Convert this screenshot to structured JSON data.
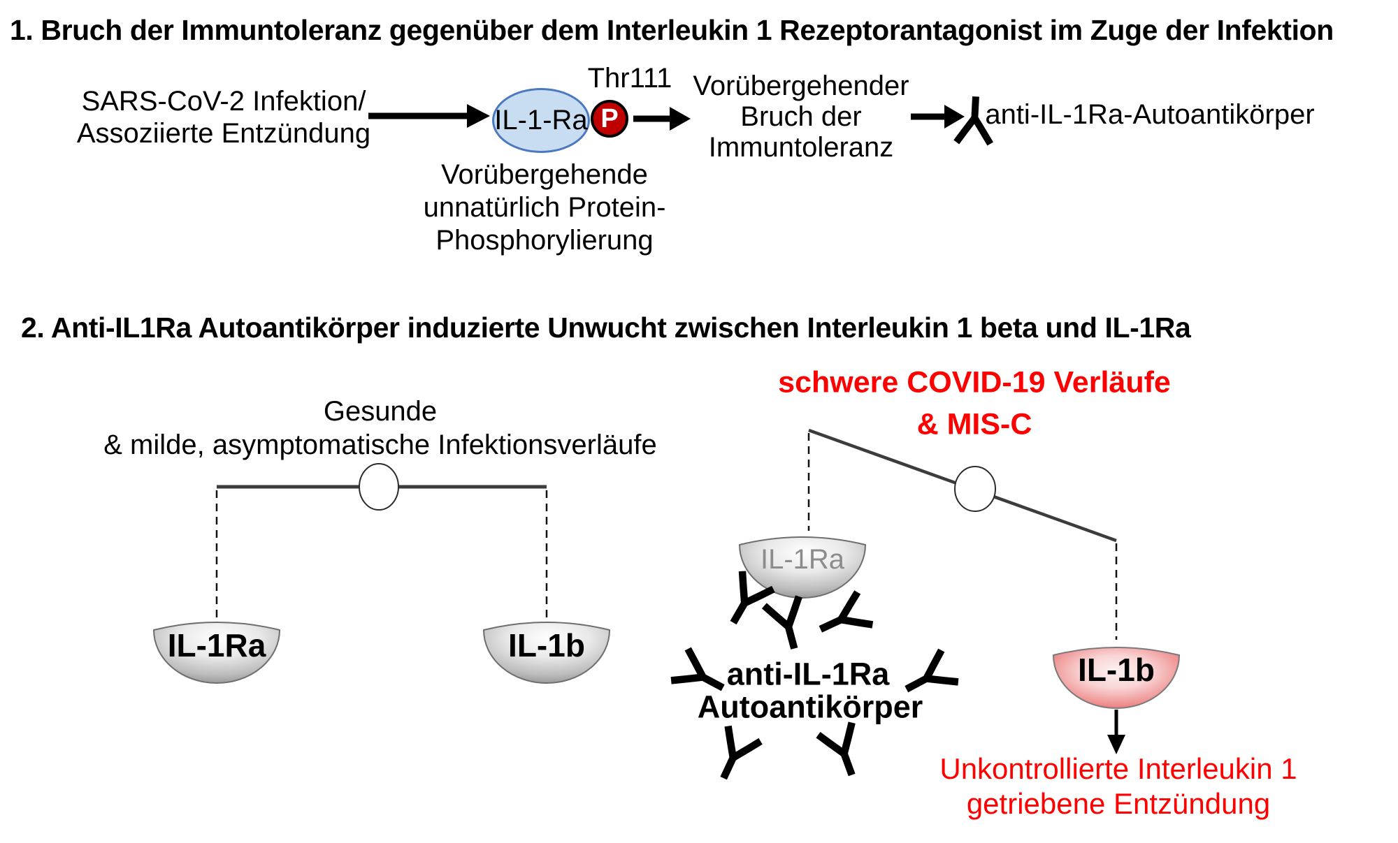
{
  "colors": {
    "red_text": "#fe0000",
    "phospho_red": "#c00000",
    "protein_blue_fill": "#c8dcf2",
    "protein_blue_stroke": "#4b79c0",
    "pan_gray_edge": "#8d8d8d",
    "pan_red_edge": "#e03535",
    "gray_pan_label": "#8c8c8c",
    "beam_gray": "#3c3c3c"
  },
  "icons": {
    "antibody": "y-antibody-glyph",
    "fulcrum": "white-ellipse-pivot",
    "arrow": "solid-black-arrow"
  },
  "section1": {
    "title": "1. Bruch der Immuntoleranz gegenüber dem Interleukin 1 Rezeptorantagonist im Zuge der Infektion",
    "trigger": {
      "line1": "SARS-CoV-2 Infektion/",
      "line2": "Assoziierte Entzündung"
    },
    "protein": {
      "label": "IL-1-Ra",
      "phospho_badge": "P",
      "phospho_site": "Thr111"
    },
    "phospho_note": {
      "line1": "Vorübergehende",
      "line2": "unnatürlich Protein-",
      "line3": "Phosphorylierung"
    },
    "tolerance": {
      "line1": "Vorübergehender",
      "line2": "Bruch der",
      "line3": "Immuntoleranz"
    },
    "result": "anti-IL-1Ra-Autoantikörper"
  },
  "section2": {
    "title": "2. Anti-IL1Ra Autoantikörper induzierte Unwucht zwischen Interleukin 1 beta und IL-1Ra",
    "balanced": {
      "caption_line1": "Gesunde",
      "caption_line2": "& milde, asymptomatische Infektionsverläufe",
      "left_pan_label": "IL-1Ra",
      "right_pan_label": "IL-1b"
    },
    "imbalanced": {
      "caption_line1": "schwere COVID-19 Verläufe",
      "caption_line2": "& MIS-C",
      "raised_pan_label": "IL-1Ra",
      "lowered_pan_label": "IL-1b",
      "cluster_line1": "anti-IL-1Ra",
      "cluster_line2": "Autoantikörper",
      "outcome_line1": "Unkontrollierte Interleukin 1",
      "outcome_line2": "getriebene Entzündung"
    }
  }
}
